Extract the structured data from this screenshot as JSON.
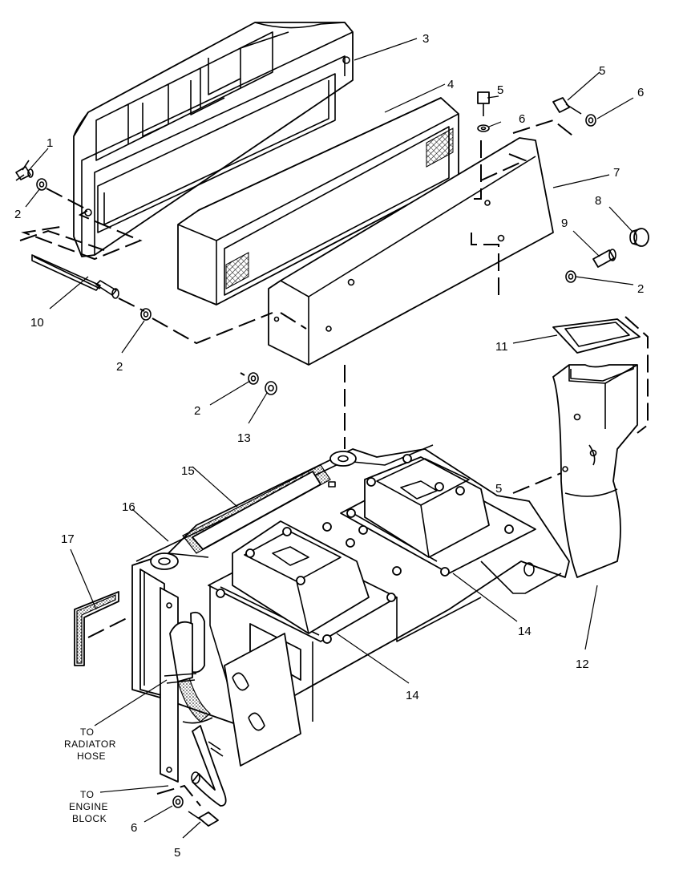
{
  "callouts": {
    "c1": "1",
    "c2a": "2",
    "c2b": "2",
    "c2c": "2",
    "c2d": "2",
    "c3": "3",
    "c4": "4",
    "c5a": "5",
    "c5b": "5",
    "c5c": "5",
    "c5d": "5",
    "c6a": "6",
    "c6b": "6",
    "c6c": "6",
    "c7": "7",
    "c8": "8",
    "c9": "9",
    "c10": "10",
    "c11": "11",
    "c12": "12",
    "c13": "13",
    "c14a": "14",
    "c14b": "14",
    "c15": "15",
    "c16": "16",
    "c17": "17"
  },
  "notes": {
    "radiator": [
      "TO",
      "RADIATOR",
      "HOSE"
    ],
    "engine": [
      "TO",
      "ENGINE",
      "BLOCK"
    ]
  }
}
